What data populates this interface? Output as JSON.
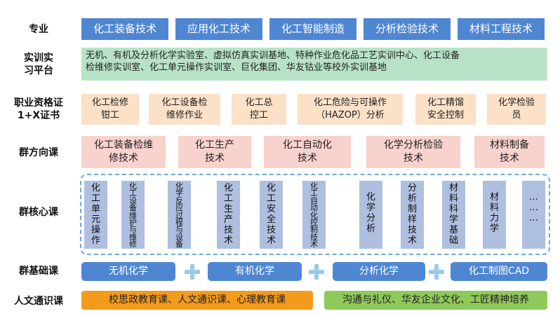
{
  "labels": {
    "major": "专业",
    "training_1": "实训实",
    "training_2": "习平台",
    "cert_1": "职业资格证",
    "cert_2": "1+X证书",
    "direction": "群方向课",
    "core": "群核心课",
    "basic": "群基础课",
    "humanities": "人文通识课"
  },
  "majors": [
    "化工装备技术",
    "应用化工技术",
    "化工智能制造",
    "分析检验技术",
    "材料工程技术"
  ],
  "training_platform": {
    "line1": "无机、有机及分析化学实验室、虚拟仿真实训基地、特种作业危化品工艺实训中心、化工设备",
    "line2": "检维修实训室、化工单元操作实训室、巨化集团、华友钴业等校外实训基地"
  },
  "certificates": [
    {
      "line1": "化工检修",
      "line2": "钳工"
    },
    {
      "line1": "化工设备检",
      "line2": "维修作业"
    },
    {
      "line1": "化工总",
      "line2": "控工"
    },
    {
      "line1": "化工危险与可操作",
      "line2": "（HAZOP）分析"
    },
    {
      "line1": "化工精馏",
      "line2": "安全控制"
    },
    {
      "line1": "化学检验",
      "line2": "员"
    }
  ],
  "direction_courses": [
    {
      "line1": "化工装备检维",
      "line2": "修技术"
    },
    {
      "line1": "化工生产",
      "line2": "技术"
    },
    {
      "line1": "化工自动化",
      "line2": "技术"
    },
    {
      "line1": "化学分析检验",
      "line2": "技术"
    },
    {
      "line1": "材料制备",
      "line2": "技术"
    }
  ],
  "core_courses": [
    [
      "化",
      "工",
      "单",
      "元",
      "操",
      "作"
    ],
    [
      "化",
      "工",
      "设",
      "备",
      "维",
      "护",
      "与",
      "维",
      "修"
    ],
    [
      "化",
      "学",
      "反",
      "应",
      "过",
      "程",
      "与",
      "设",
      "备"
    ],
    [
      "化",
      "工",
      "生",
      "产",
      "技",
      "术"
    ],
    [
      "化",
      "工",
      "安",
      "全",
      "技",
      "术"
    ],
    [
      "化",
      "工",
      "自",
      "动",
      "化",
      "控",
      "制",
      "技",
      "术"
    ],
    [
      "化",
      "学",
      "分",
      "析"
    ],
    [
      "分",
      "析",
      "制",
      "样",
      "技",
      "术"
    ],
    [
      "材",
      "料",
      "科",
      "学",
      "基",
      "础"
    ],
    [
      "材",
      "料",
      "力",
      "学"
    ],
    [
      "…",
      "…",
      "…"
    ]
  ],
  "basic_courses": [
    "无机化学",
    "有机化学",
    "分析化学",
    "化工制图CAD"
  ],
  "humanities": {
    "left": "校思政教育课、人文通识课、心理教育课",
    "right": "沟通与礼仪、华友企业文化、工匠精神培养"
  },
  "colors": {
    "blue": "#4f86d2",
    "green": "#b8e2c8",
    "peach": "#fbe1c7",
    "pink": "#f8d2cd",
    "lavender": "#aebfe0",
    "orange": "#f39b1c",
    "light_green": "#8fc95a",
    "plus": "#9ccbea"
  }
}
